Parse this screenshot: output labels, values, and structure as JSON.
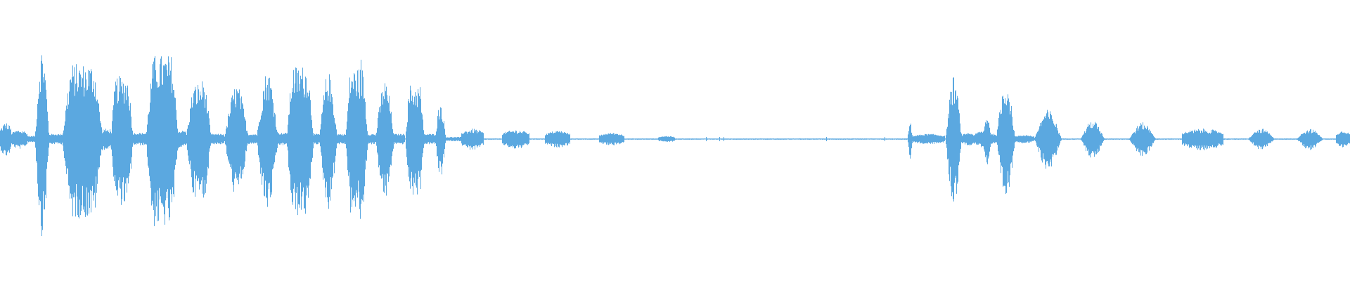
{
  "waveform": {
    "color": "#5ba8e0",
    "background": "#ffffff",
    "duration_relative": 1.0,
    "segments": [
      {
        "start": 0.0,
        "end": 0.008,
        "amp": 0.16,
        "shape": "burst"
      },
      {
        "start": 0.008,
        "end": 0.02,
        "amp": 0.09,
        "shape": "burst"
      },
      {
        "start": 0.02,
        "end": 0.026,
        "amp": 0.03,
        "shape": "flat"
      },
      {
        "start": 0.026,
        "end": 0.036,
        "amp": 0.88,
        "shape": "peak"
      },
      {
        "start": 0.036,
        "end": 0.046,
        "amp": 0.05,
        "shape": "flat"
      },
      {
        "start": 0.046,
        "end": 0.076,
        "amp": 0.72,
        "shape": "plateau"
      },
      {
        "start": 0.076,
        "end": 0.082,
        "amp": 0.1,
        "shape": "flat"
      },
      {
        "start": 0.082,
        "end": 0.098,
        "amp": 0.6,
        "shape": "plateau"
      },
      {
        "start": 0.098,
        "end": 0.108,
        "amp": 0.06,
        "shape": "flat"
      },
      {
        "start": 0.108,
        "end": 0.132,
        "amp": 0.8,
        "shape": "plateau"
      },
      {
        "start": 0.132,
        "end": 0.138,
        "amp": 0.08,
        "shape": "flat"
      },
      {
        "start": 0.138,
        "end": 0.156,
        "amp": 0.62,
        "shape": "rise"
      },
      {
        "start": 0.156,
        "end": 0.166,
        "amp": 0.05,
        "shape": "flat"
      },
      {
        "start": 0.166,
        "end": 0.184,
        "amp": 0.52,
        "shape": "peak"
      },
      {
        "start": 0.184,
        "end": 0.19,
        "amp": 0.05,
        "shape": "flat"
      },
      {
        "start": 0.19,
        "end": 0.206,
        "amp": 0.66,
        "shape": "peak"
      },
      {
        "start": 0.206,
        "end": 0.212,
        "amp": 0.06,
        "shape": "flat"
      },
      {
        "start": 0.212,
        "end": 0.232,
        "amp": 0.7,
        "shape": "plateau"
      },
      {
        "start": 0.232,
        "end": 0.236,
        "amp": 0.05,
        "shape": "flat"
      },
      {
        "start": 0.236,
        "end": 0.25,
        "amp": 0.64,
        "shape": "peak"
      },
      {
        "start": 0.25,
        "end": 0.256,
        "amp": 0.05,
        "shape": "flat"
      },
      {
        "start": 0.256,
        "end": 0.272,
        "amp": 0.68,
        "shape": "plateau"
      },
      {
        "start": 0.266,
        "end": 0.268,
        "amp": 0.98,
        "shape": "spike"
      },
      {
        "start": 0.272,
        "end": 0.278,
        "amp": 0.05,
        "shape": "flat"
      },
      {
        "start": 0.278,
        "end": 0.292,
        "amp": 0.56,
        "shape": "peak"
      },
      {
        "start": 0.292,
        "end": 0.3,
        "amp": 0.05,
        "shape": "flat"
      },
      {
        "start": 0.3,
        "end": 0.314,
        "amp": 0.52,
        "shape": "plateau"
      },
      {
        "start": 0.314,
        "end": 0.322,
        "amp": 0.05,
        "shape": "flat"
      },
      {
        "start": 0.322,
        "end": 0.33,
        "amp": 0.36,
        "shape": "peak"
      },
      {
        "start": 0.33,
        "end": 0.342,
        "amp": 0.02,
        "shape": "flat"
      },
      {
        "start": 0.342,
        "end": 0.358,
        "amp": 0.1,
        "shape": "burst"
      },
      {
        "start": 0.372,
        "end": 0.392,
        "amp": 0.09,
        "shape": "burst"
      },
      {
        "start": 0.404,
        "end": 0.422,
        "amp": 0.08,
        "shape": "burst"
      },
      {
        "start": 0.444,
        "end": 0.462,
        "amp": 0.06,
        "shape": "burst"
      },
      {
        "start": 0.488,
        "end": 0.5,
        "amp": 0.03,
        "shape": "burst"
      },
      {
        "start": 0.672,
        "end": 0.676,
        "amp": 0.2,
        "shape": "spike"
      },
      {
        "start": 0.676,
        "end": 0.7,
        "amp": 0.05,
        "shape": "burst"
      },
      {
        "start": 0.7,
        "end": 0.712,
        "amp": 0.6,
        "shape": "peak"
      },
      {
        "start": 0.712,
        "end": 0.722,
        "amp": 0.06,
        "shape": "burst"
      },
      {
        "start": 0.722,
        "end": 0.734,
        "amp": 0.08,
        "shape": "burst"
      },
      {
        "start": 0.728,
        "end": 0.734,
        "amp": 0.24,
        "shape": "peak"
      },
      {
        "start": 0.734,
        "end": 0.738,
        "amp": 0.05,
        "shape": "flat"
      },
      {
        "start": 0.738,
        "end": 0.752,
        "amp": 0.56,
        "shape": "peak"
      },
      {
        "start": 0.752,
        "end": 0.766,
        "amp": 0.04,
        "shape": "burst"
      },
      {
        "start": 0.766,
        "end": 0.786,
        "amp": 0.28,
        "shape": "peak"
      },
      {
        "start": 0.8,
        "end": 0.818,
        "amp": 0.18,
        "shape": "peak"
      },
      {
        "start": 0.836,
        "end": 0.856,
        "amp": 0.16,
        "shape": "peak"
      },
      {
        "start": 0.876,
        "end": 0.906,
        "amp": 0.1,
        "shape": "burst"
      },
      {
        "start": 0.924,
        "end": 0.944,
        "amp": 0.1,
        "shape": "peak"
      },
      {
        "start": 0.96,
        "end": 0.98,
        "amp": 0.1,
        "shape": "peak"
      },
      {
        "start": 0.99,
        "end": 1.0,
        "amp": 0.08,
        "shape": "burst"
      }
    ],
    "sparse_ticks": [
      0.488,
      0.495,
      0.523,
      0.533,
      0.536,
      0.612,
      0.655
    ]
  }
}
